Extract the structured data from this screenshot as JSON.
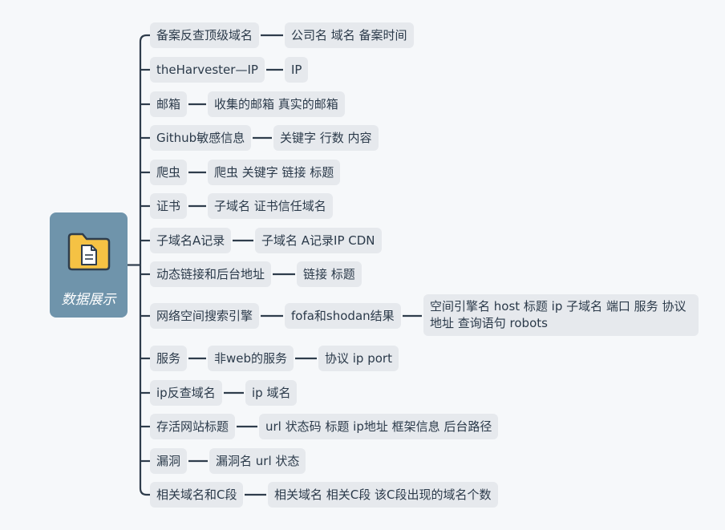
{
  "root": {
    "label": "数据展示",
    "icon": "document-folder-icon"
  },
  "branches": [
    {
      "key": "b0",
      "label": "备案反查顶级域名",
      "children": [
        "公司名 域名 备案时间"
      ]
    },
    {
      "key": "b1",
      "label": "theHarvester—IP",
      "children": [
        "IP"
      ]
    },
    {
      "key": "b2",
      "label": "邮箱",
      "children": [
        "收集的邮箱 真实的邮箱"
      ]
    },
    {
      "key": "b3",
      "label": "Github敏感信息",
      "children": [
        "关键字 行数 内容"
      ]
    },
    {
      "key": "b4",
      "label": "爬虫",
      "children": [
        "爬虫 关键字 链接 标题"
      ]
    },
    {
      "key": "b5",
      "label": "证书",
      "children": [
        "子域名 证书信任域名"
      ]
    },
    {
      "key": "b6",
      "label": "子域名A记录",
      "children": [
        "子域名 A记录IP CDN"
      ]
    },
    {
      "key": "b7",
      "label": "动态链接和后台地址",
      "children": [
        "链接 标题"
      ]
    },
    {
      "key": "b8",
      "label": "网络空间搜索引擎",
      "children": [
        "fofa和shodan结果",
        "空间引擎名 host 标题 ip 子域名 端口 服务 协议 地址 查询语句 robots"
      ]
    },
    {
      "key": "b9",
      "label": "服务",
      "children": [
        "非web的服务",
        "协议 ip port"
      ]
    },
    {
      "key": "b10",
      "label": "ip反查域名",
      "children": [
        "ip 域名"
      ]
    },
    {
      "key": "b11",
      "label": "存活网站标题",
      "children": [
        "url 状态码 标题 ip地址 框架信息 后台路径"
      ]
    },
    {
      "key": "b12",
      "label": "漏洞",
      "children": [
        "漏洞名 url 状态"
      ]
    },
    {
      "key": "b13",
      "label": "相关域名和C段",
      "children": [
        "相关域名 相关C段 该C段出现的域名个数"
      ]
    }
  ],
  "colors": {
    "root": "#6f94ab",
    "node": "#e6e9ed",
    "line": "#2f3d4c",
    "folder": "#f5c244"
  }
}
